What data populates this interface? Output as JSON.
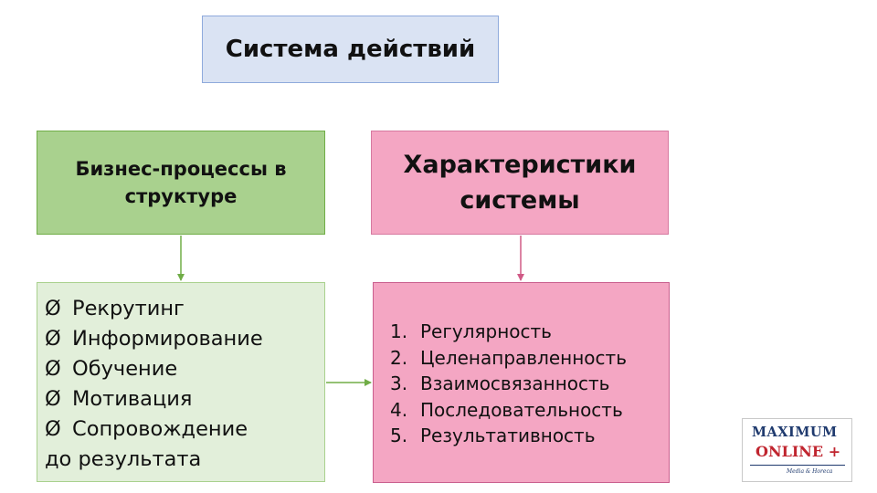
{
  "title": "Система действий",
  "left": {
    "header": "Бизнес-процессы в структуре",
    "bullet": "Ø",
    "items": [
      {
        "text": "Рекрутинг"
      },
      {
        "text": "Информирование"
      },
      {
        "text": "Обучение"
      },
      {
        "text": "Мотивация"
      },
      {
        "text": "Сопровождение"
      }
    ],
    "continuation": "до результата"
  },
  "right": {
    "header": "Характеристики системы",
    "items": [
      {
        "num": "1.",
        "text": "Регулярность"
      },
      {
        "num": "2.",
        "text": "Целенаправленность"
      },
      {
        "num": "3.",
        "text": "Взаимосвязанность"
      },
      {
        "num": "4.",
        "text": "Последовательность"
      },
      {
        "num": "5.",
        "text": "Результативность"
      }
    ]
  },
  "logo": {
    "line1": "MAXIMUM",
    "line2": "ONLINE +",
    "line3": "Media & Horeca"
  },
  "colors": {
    "title_fill": "#dae3f3",
    "green_fill": "#a9d18e",
    "light_green_fill": "#e2efda",
    "pink_fill": "#f4a6c3",
    "green_arrow": "#70ad47",
    "pink_arrow": "#d05a86"
  }
}
